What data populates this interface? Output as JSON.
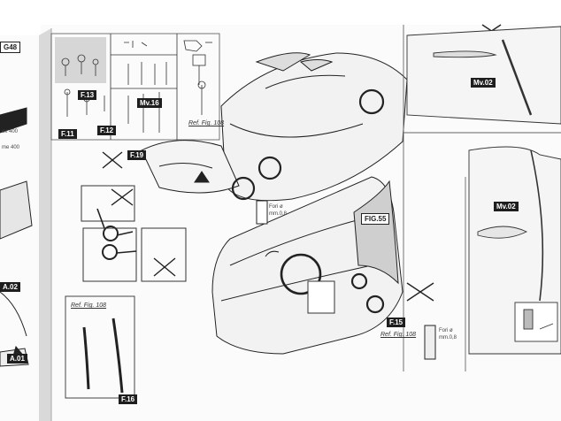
{
  "left_page": {
    "code_top": "G48",
    "note_1": "ex 400",
    "note_2": "me 400",
    "label_a02": "A.02",
    "label_a01": "A.01"
  },
  "parts_grid": {
    "labels": {
      "f13": "F.13",
      "f11": "F.11",
      "f12": "F.12",
      "mv16": "Mv.16"
    },
    "ref": "Ref. Fig. 108"
  },
  "main_diagram": {
    "label_f19": "F.19",
    "fori_top": "Fori ø mm.0,8",
    "fig_label": "FIG.55",
    "label_f15": "F.15",
    "ref_bottom": "Ref. Fig. 108",
    "fori_bottom": "Fori ø mm.0,8",
    "ref_left": "Ref. Fig. 108",
    "label_f16": "F.16"
  },
  "right_panel": {
    "label_mv02_top": "Mv.02",
    "label_mv02_mid": "Mv.02"
  }
}
